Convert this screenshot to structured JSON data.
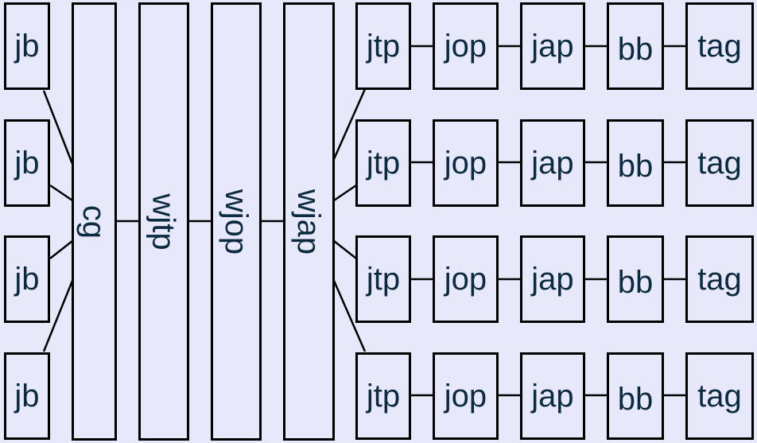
{
  "colors": {
    "background": "#e8e8fb",
    "stroke": "#000000",
    "text": "#0d2b40"
  },
  "left_column": [
    "jb",
    "jb",
    "jb",
    "jb"
  ],
  "vertical_blocks": [
    "cg",
    "wjtp",
    "wjop",
    "wjap"
  ],
  "rows": [
    [
      "jtp",
      "jop",
      "jap",
      "bb",
      "tag"
    ],
    [
      "jtp",
      "jop",
      "jap",
      "bb",
      "tag"
    ],
    [
      "jtp",
      "jop",
      "jap",
      "bb",
      "tag"
    ],
    [
      "jtp",
      "jop",
      "jap",
      "bb",
      "tag"
    ]
  ]
}
